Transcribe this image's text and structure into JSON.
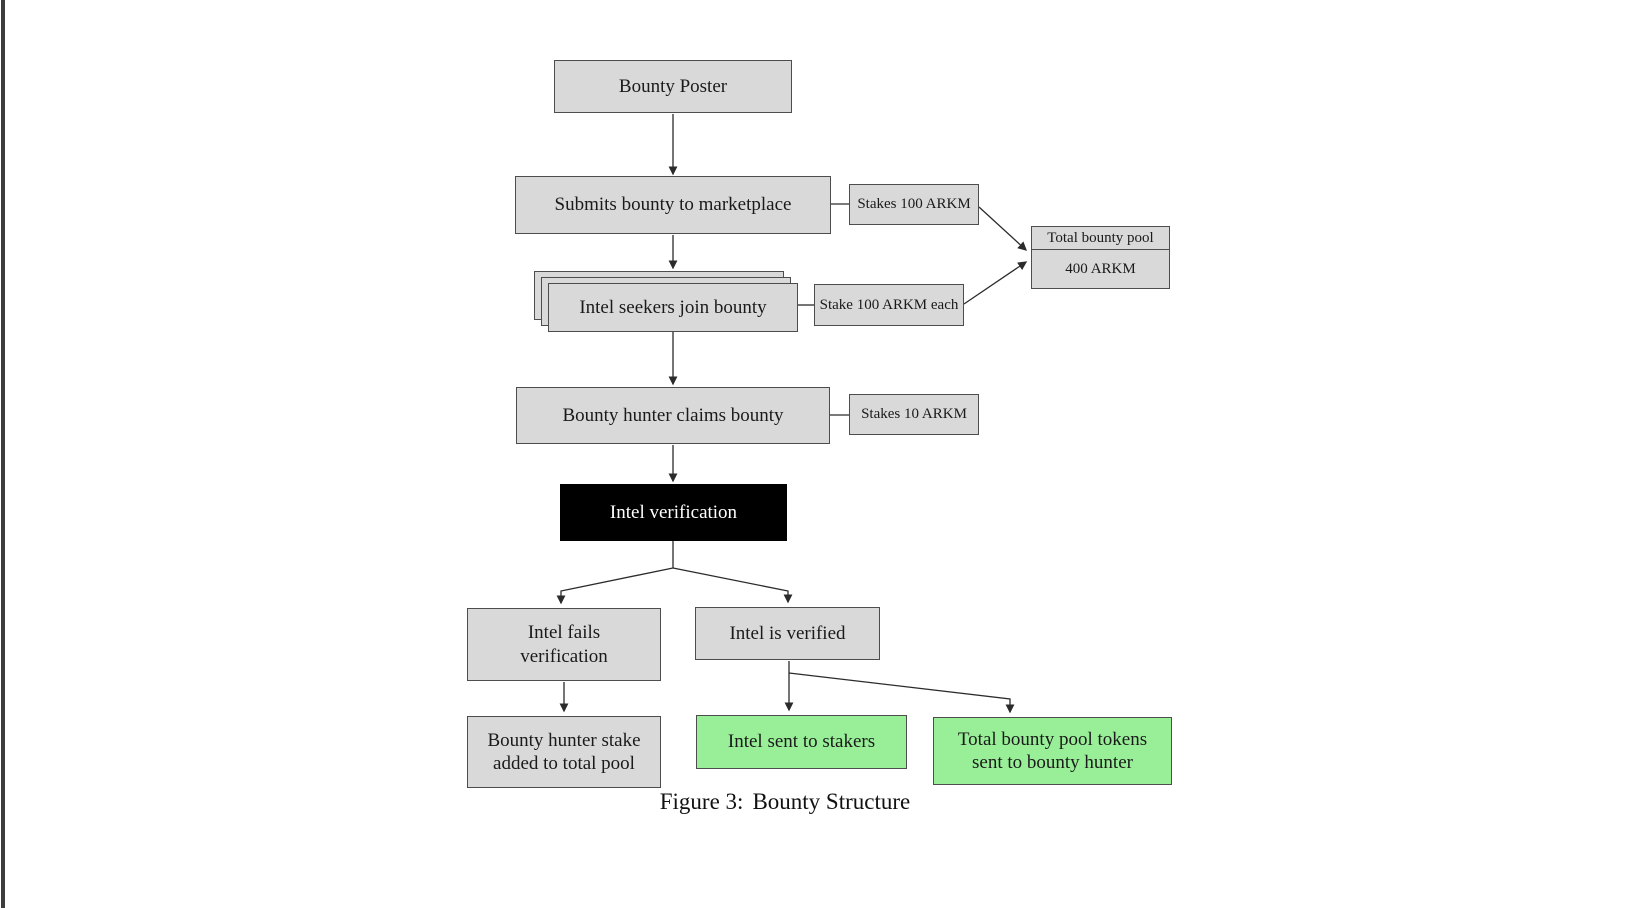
{
  "figure": {
    "caption_label": "Figure 3:",
    "caption_title": "Bounty Structure",
    "colors": {
      "node_fill": "#d9d9d9",
      "node_border": "#4d4d4d",
      "verification_fill": "#000000",
      "verification_text": "#ffffff",
      "success_fill": "#98ef98",
      "line": "#2b2b2b",
      "edge_bar": "#3d3d3d"
    },
    "nodes": {
      "bounty_poster": "Bounty Poster",
      "submits_bounty": "Submits bounty to marketplace",
      "stakes_100_arkm": "Stakes 100 ARKM",
      "intel_seekers": "Intel seekers join bounty",
      "stake_100_arkm_each": "Stake 100 ARKM each",
      "total_pool_title": "Total bounty pool",
      "total_pool_value": "400 ARKM",
      "hunter_claims": "Bounty hunter claims bounty",
      "stakes_10_arkm": "Stakes 10 ARKM",
      "intel_verification": "Intel verification",
      "intel_fails": "Intel fails verification",
      "intel_verified": "Intel is verified",
      "hunter_stake_added": "Bounty hunter stake added to total pool",
      "intel_sent_stakers": "Intel sent to stakers",
      "pool_tokens_sent": "Total bounty pool tokens sent to bounty hunter"
    }
  }
}
